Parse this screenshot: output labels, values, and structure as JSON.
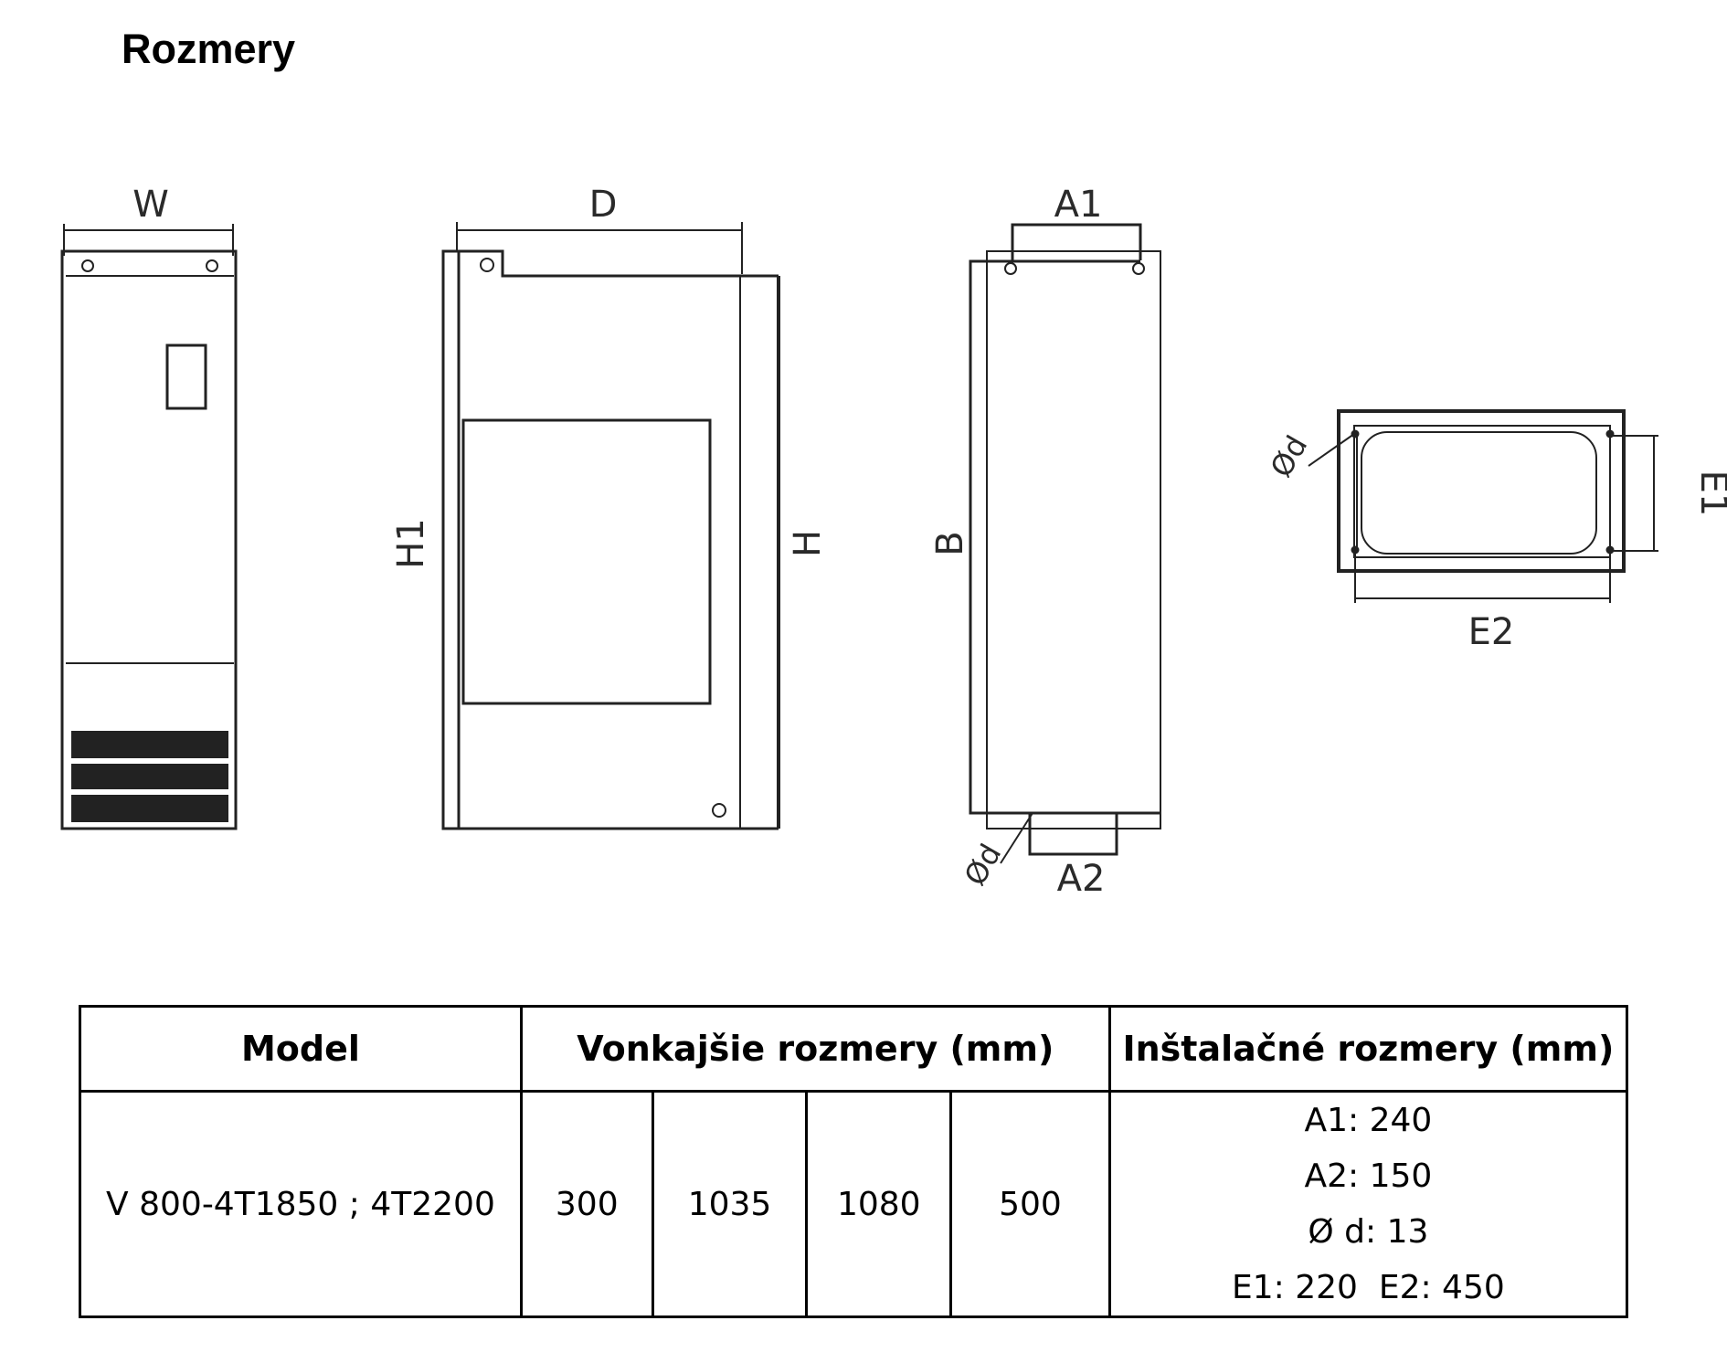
{
  "title": "Rozmery",
  "drawing_labels": {
    "w": "W",
    "d": "D",
    "h1": "H1",
    "h": "H",
    "a1": "A1",
    "b": "B",
    "a2": "A2",
    "phi_d": "Ød",
    "e1": "E1",
    "e2": "E2"
  },
  "table": {
    "headers": {
      "model": "Model",
      "external": "Vonkajšie rozmery (mm)",
      "installation": "Inštalačné rozmery (mm)"
    },
    "row": {
      "model": "V 800-4T1850 ; 4T2200",
      "external_values": [
        "300",
        "1035",
        "1080",
        "500"
      ],
      "installation_lines": [
        "A1: 240",
        "A2: 150",
        "Ø d: 13",
        "E1: 220  E2: 450"
      ]
    }
  }
}
